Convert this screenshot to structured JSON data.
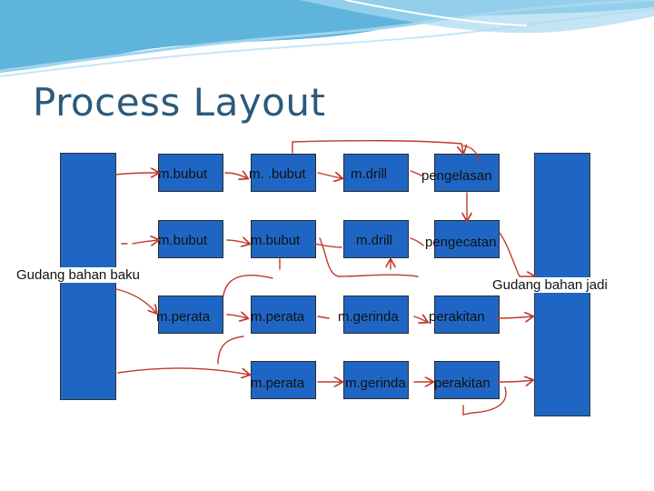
{
  "slide": {
    "title": "Process Layout",
    "colors": {
      "box": "#1f66c4",
      "flow": "#c0392b",
      "title": "#2b5a7a"
    }
  },
  "storage": {
    "raw": "Gudang bahan baku",
    "finished": "Gudang bahan jadi"
  },
  "rows": [
    [
      "m.bubut",
      "m. .bubut",
      "m.drill",
      "pengelasan"
    ],
    [
      "m.bubut",
      "m.bubut",
      "m.drill",
      "pengecatan"
    ],
    [
      "m.perata",
      "m.perata",
      "m.gerinda",
      "perakitan"
    ],
    [
      "m.perata",
      "m.gerinda",
      "perakitan"
    ]
  ]
}
